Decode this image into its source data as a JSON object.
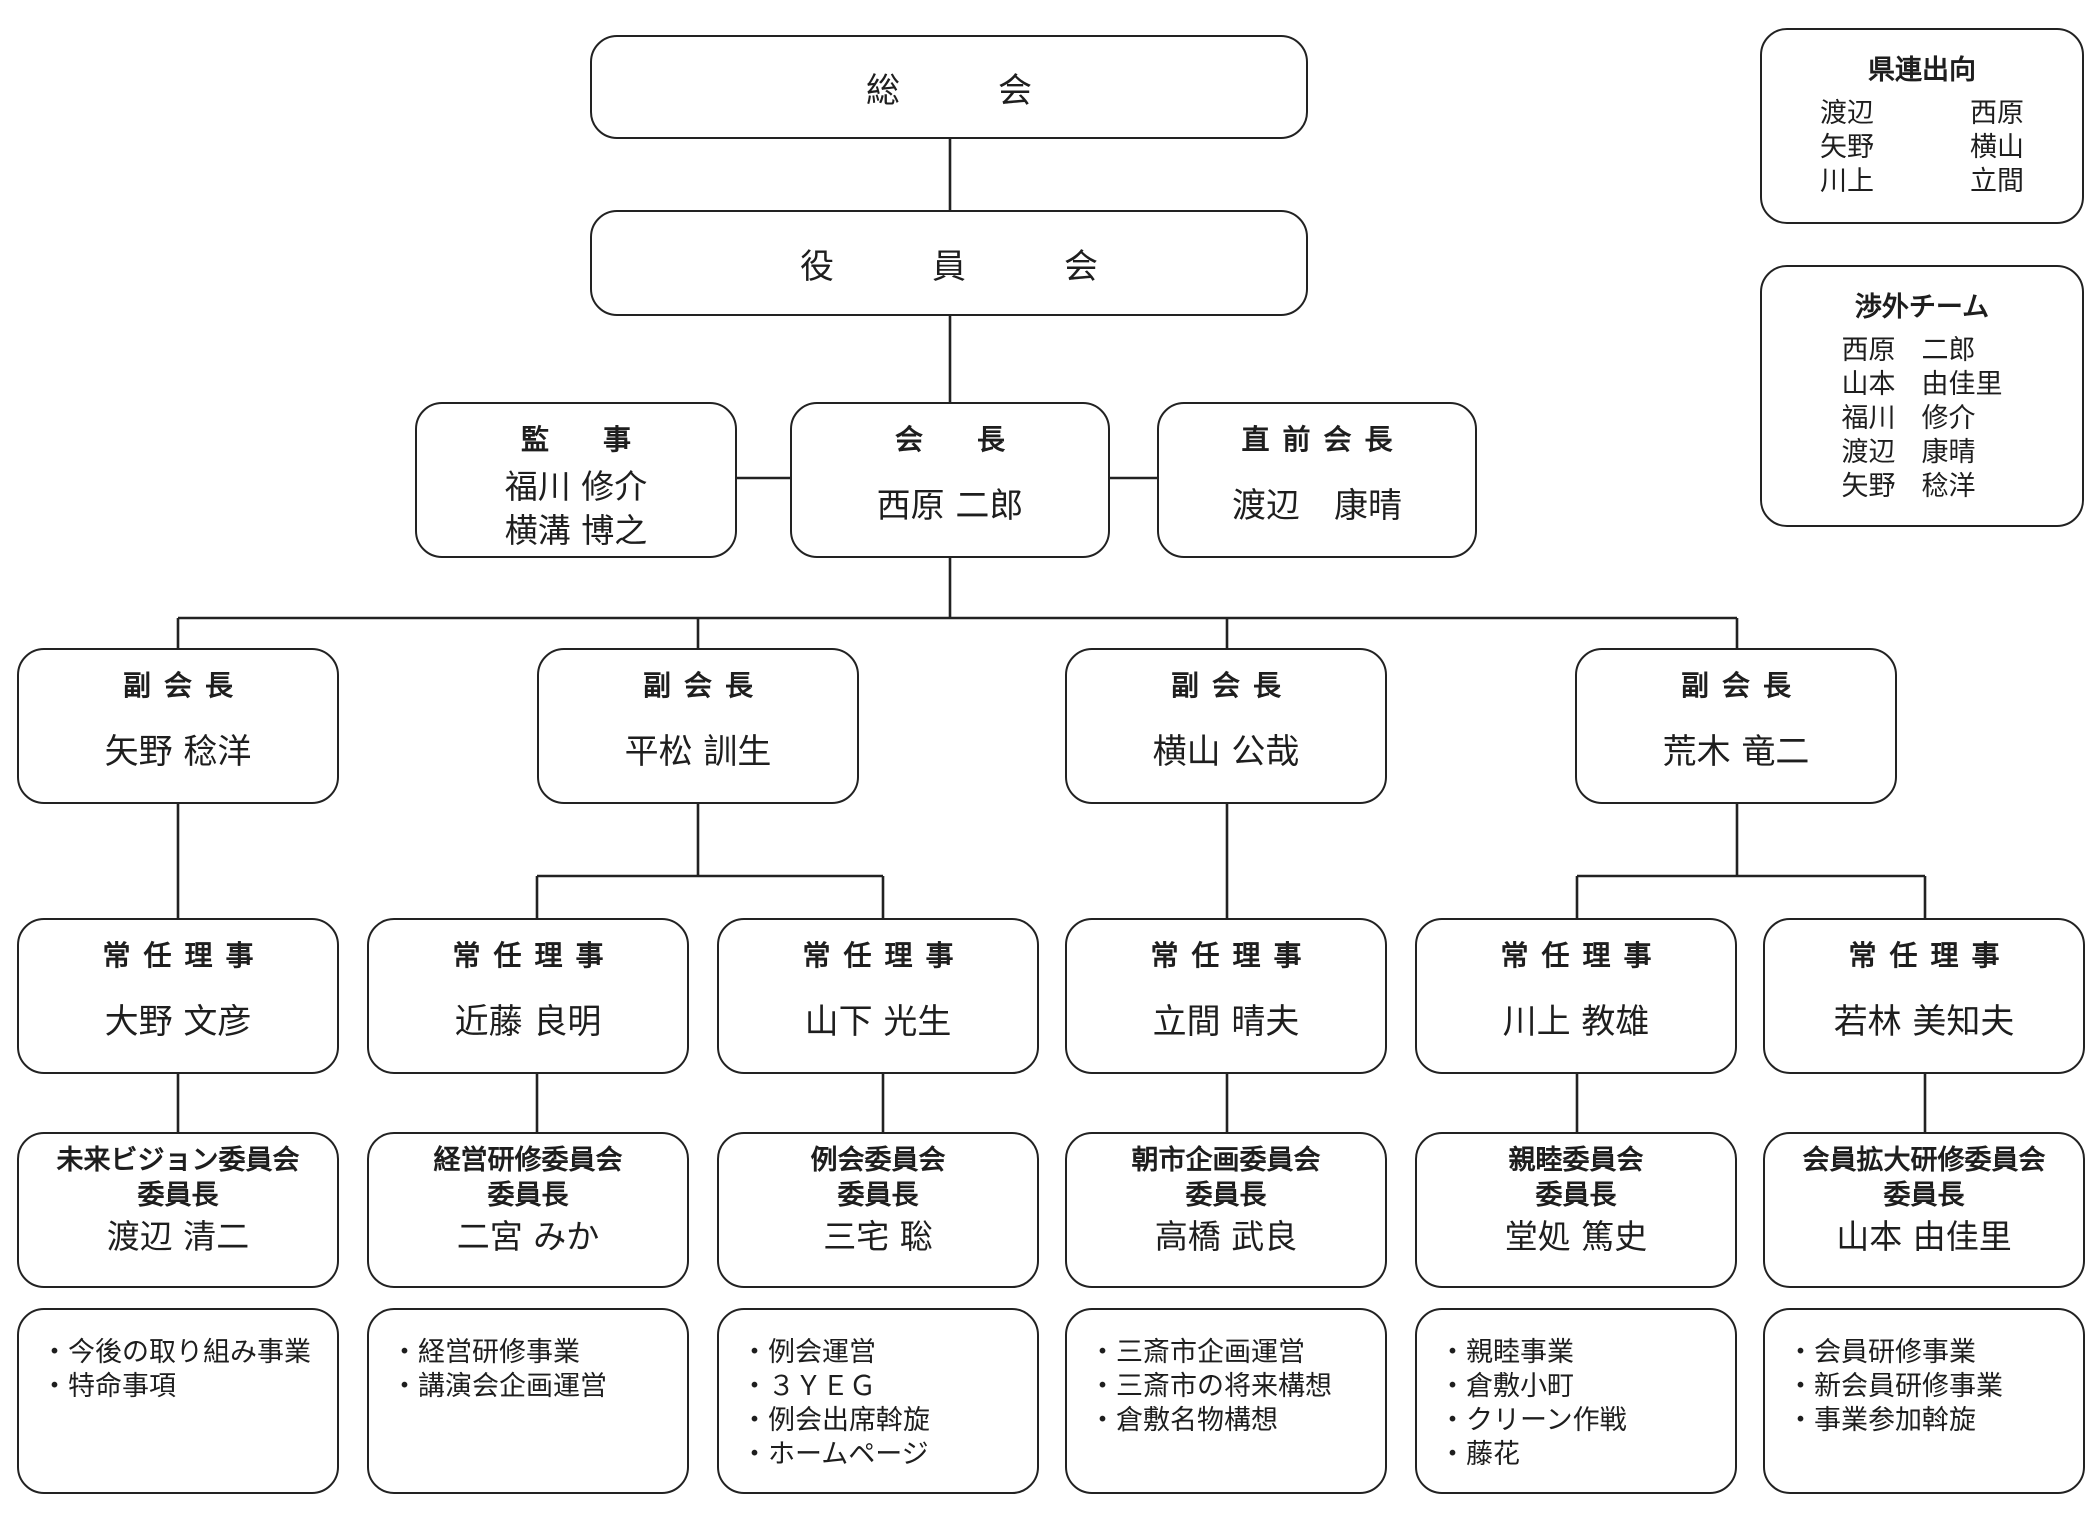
{
  "general_meeting": "総　会",
  "board_meeting": "役　員　会",
  "auditor": {
    "role": "監　事",
    "names": [
      "福川 修介",
      "横溝 博之"
    ]
  },
  "president": {
    "role": "会　長",
    "name": "西原 二郎"
  },
  "past_president": {
    "role": "直前会長",
    "name": "渡辺　康晴"
  },
  "vice_presidents": [
    {
      "role": "副会長",
      "name": "矢野 稔洋"
    },
    {
      "role": "副会長",
      "name": "平松 訓生"
    },
    {
      "role": "副会長",
      "name": "横山 公哉"
    },
    {
      "role": "副会長",
      "name": "荒木 竜二"
    }
  ],
  "directors": [
    {
      "role": "常任理事",
      "name": "大野 文彦"
    },
    {
      "role": "常任理事",
      "name": "近藤 良明"
    },
    {
      "role": "常任理事",
      "name": "山下 光生"
    },
    {
      "role": "常任理事",
      "name": "立間 晴夫"
    },
    {
      "role": "常任理事",
      "name": "川上 教雄"
    },
    {
      "role": "常任理事",
      "name": "若林 美知夫"
    }
  ],
  "committees": [
    {
      "name": "未来ビジョン委員会",
      "role": "委員長",
      "chair": "渡辺 清二",
      "tasks": [
        "・今後の取り組み事業",
        "・特命事項"
      ]
    },
    {
      "name": "経営研修委員会",
      "role": "委員長",
      "chair": "二宮 みか",
      "tasks": [
        "・経営研修事業",
        "・講演会企画運営"
      ]
    },
    {
      "name": "例会委員会",
      "role": "委員長",
      "chair": "三宅 聡",
      "tasks": [
        "・例会運営",
        "・３ＹＥＧ",
        "・例会出席斡旋",
        "・ホームページ"
      ]
    },
    {
      "name": "朝市企画委員会",
      "role": "委員長",
      "chair": "高橋 武良",
      "tasks": [
        "・三斎市企画運営",
        "・三斎市の将来構想",
        "・倉敷名物構想"
      ]
    },
    {
      "name": "親睦委員会",
      "role": "委員長",
      "chair": "堂処 篤史",
      "tasks": [
        "・親睦事業",
        "・倉敷小町",
        "・クリーン作戦",
        "・藤花"
      ]
    },
    {
      "name": "会員拡大研修委員会",
      "role": "委員長",
      "chair": "山本 由佳里",
      "tasks": [
        "・会員研修事業",
        "・新会員研修事業",
        "・事業参加斡旋"
      ]
    }
  ],
  "prefectural_dispatch": {
    "title": "県連出向",
    "rows": [
      [
        "渡辺",
        "西原"
      ],
      [
        "矢野",
        "横山"
      ],
      [
        "川上",
        "立間"
      ]
    ]
  },
  "external_team": {
    "title": "渉外チーム",
    "rows": [
      [
        "西原",
        "二郎"
      ],
      [
        "山本",
        "由佳里"
      ],
      [
        "福川",
        "修介"
      ],
      [
        "渡辺",
        "康晴"
      ],
      [
        "矢野",
        "稔洋"
      ]
    ]
  }
}
